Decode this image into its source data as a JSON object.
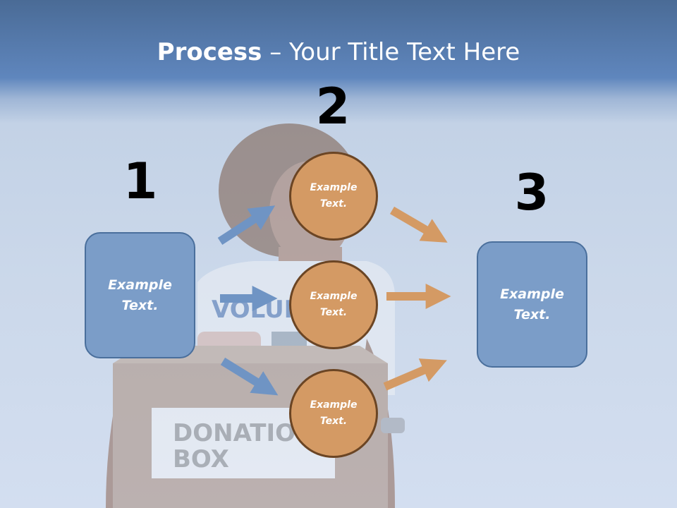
{
  "title": {
    "bold": "Process",
    "separator": " – ",
    "rest": "Your Title Text Here"
  },
  "steps": {
    "one": "1",
    "two": "2",
    "three": "3"
  },
  "left_box": {
    "line1": "Example",
    "line2": "Text."
  },
  "right_box": {
    "line1": "Example",
    "line2": "Text."
  },
  "circles": [
    {
      "line1": "Example",
      "line2": "Text."
    },
    {
      "line1": "Example",
      "line2": "Text."
    },
    {
      "line1": "Example",
      "line2": "Text."
    }
  ],
  "photo_labels": {
    "box_line1": "DONATIO",
    "box_line2": "BOX",
    "shirt": "VOLUN"
  },
  "colors": {
    "blue_arrow": "#6f94c4",
    "orange_arrow": "#d49a64",
    "box_fill": "#7b9dc8",
    "circle_fill": "#d49a64"
  }
}
